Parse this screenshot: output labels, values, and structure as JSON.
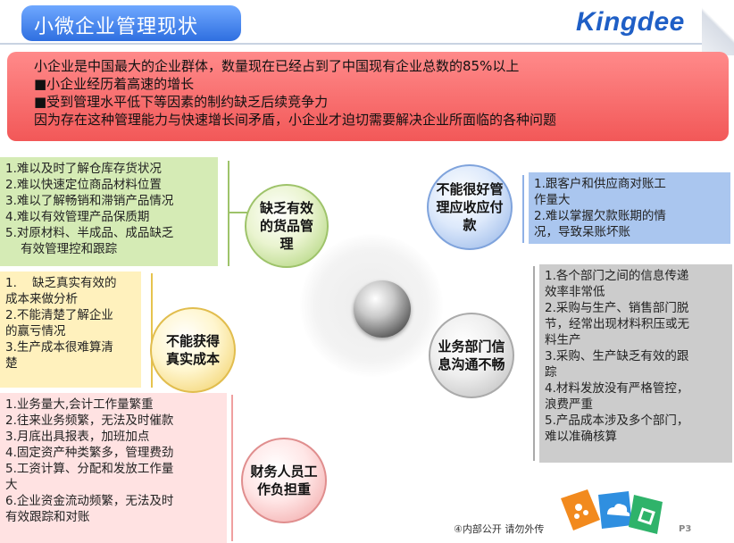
{
  "header": {
    "title": "小微企业管理现状",
    "logo_text": "Kingdee"
  },
  "banner": {
    "lines": [
      "小企业是中国最大的企业群体，数量现在已经占到了中国现有企业总数的85%以上",
      "■小企业经历着高速的增长",
      "■受到管理水平低下等因素的制约缺乏后续竞争力",
      "因为存在这种管理能力与快速增长间矛盾，小企业才迫切需要解决企业所面临的各种问题"
    ]
  },
  "topics": {
    "goods": {
      "label": "缺乏有效的货品管理",
      "items": [
        "1.难以及时了解仓库存货状况",
        "2.难以快速定位商品材料位置",
        "3.难以了解畅销和滞销产品情况",
        "4.难以有效管理产品保质期",
        "5.对原材料、半成品、成品缺乏",
        "    有效管理控和跟踪"
      ]
    },
    "receivables": {
      "label": "不能很好管理应收应付款",
      "items": [
        "1.跟客户和供应商对账工",
        "作量大",
        "2.难以掌握欠款账期的情",
        "况，导致呆账坏账"
      ]
    },
    "cost": {
      "label": "不能获得真实成本",
      "items": [
        "1.    缺乏真实有效的",
        "成本来做分析",
        "2.不能清楚了解企业",
        "的赢亏情况",
        "3.生产成本很难算清",
        "楚"
      ]
    },
    "communication": {
      "label": "业务部门信息沟通不畅",
      "items": [
        "1.各个部门之间的信息传递",
        "效率非常低",
        "2.采购与生产、销售部门脱",
        "节，经常出现材料积压或无",
        "料生产",
        "3.采购、生产缺乏有效的跟",
        "踪",
        "4.材料发放没有严格管控，",
        "浪费严重",
        "5.产品成本涉及多个部门，",
        "难以准确核算"
      ]
    },
    "finance": {
      "label": "财务人员工作负担重",
      "items": [
        "1.业务量大,会计工作量繁重",
        "2.往来业务频繁，无法及时催款",
        "3.月底出具报表，加班加点",
        "4.固定资产种类繁多，管理费劲",
        "5.工资计算、分配和发放工作量",
        "大",
        "6.企业资金流动频繁，无法及时",
        "有效跟踪和对账"
      ]
    }
  },
  "footer": {
    "note": "④内部公开 请勿外传",
    "page": "P3"
  },
  "colors": {
    "accent_blue": "#2f6fe0",
    "banner_red": "#f25858",
    "green": "#d5ebb5",
    "yellow": "#fff1bd",
    "pink": "#ffe2e2",
    "blue": "#aac6ef",
    "grey": "#cccccc"
  }
}
